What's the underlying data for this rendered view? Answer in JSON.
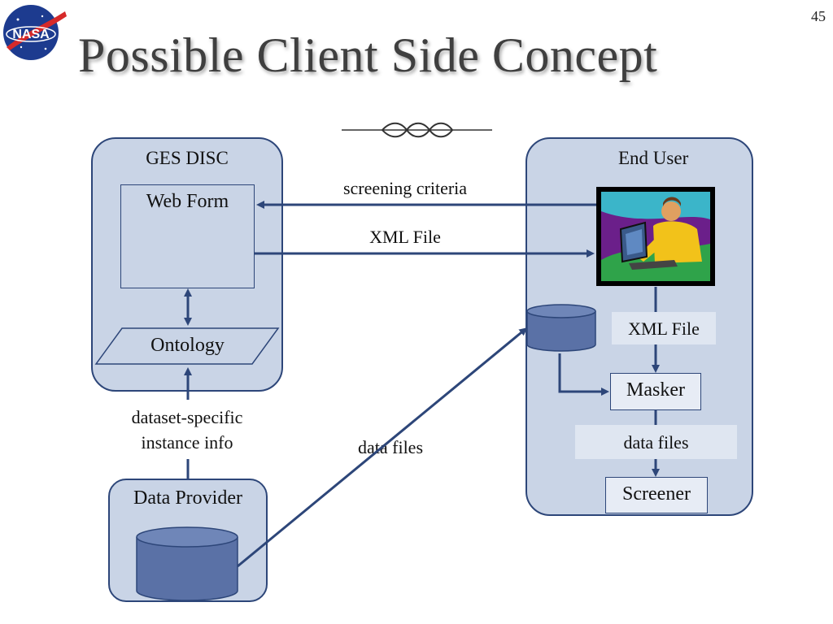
{
  "slide": {
    "number": "45",
    "title": "Possible Client Side Concept",
    "logo_text": "NASA"
  },
  "ges_disc": {
    "title": "GES DISC",
    "web_form": "Web Form",
    "ontology": "Ontology"
  },
  "data_provider": {
    "title": "Data Provider"
  },
  "end_user": {
    "title": "End User",
    "xml_file": "XML File",
    "masker": "Masker",
    "data_files": "data files",
    "screener": "Screener"
  },
  "flows": {
    "screening_criteria": "screening criteria",
    "xml_file": "XML File",
    "dataset_specific_line1": "dataset-specific",
    "dataset_specific_line2": "instance info",
    "data_files": "data files"
  },
  "colors": {
    "panel_fill": "#c9d4e6",
    "panel_border": "#2d4679",
    "arrow": "#2d4679",
    "title_text": "#3f3f3f"
  }
}
